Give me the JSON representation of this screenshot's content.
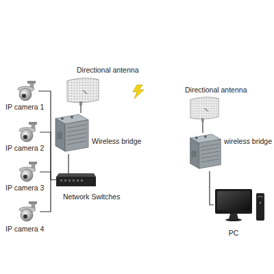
{
  "diagram": {
    "nodes": [
      {
        "text": [
          "IP camera 1"
        ]
      },
      {
        "text": [
          "IP camera 2"
        ]
      },
      {
        "text": [
          "IP camera 3"
        ]
      },
      {
        "text": [
          "IP camera 4"
        ]
      },
      {
        "text": [
          "Network Switches"
        ]
      },
      {
        "text": [
          "Wireless bridge"
        ]
      },
      {
        "text": [
          "Directional antenna"
        ]
      },
      {
        "text": [
          "Directional antenna"
        ]
      },
      {
        "text": [
          "wireless bridge"
        ]
      },
      {
        "text": [
          "PC"
        ]
      }
    ],
    "edges": [
      {
        "from": 0,
        "to": 4,
        "arrow": "none"
      },
      {
        "from": 1,
        "to": 4,
        "arrow": "none"
      },
      {
        "from": 2,
        "to": 4,
        "arrow": "none"
      },
      {
        "from": 3,
        "to": 4,
        "arrow": "none"
      },
      {
        "from": 4,
        "to": 5,
        "arrow": "none"
      },
      {
        "from": 5,
        "to": 6,
        "arrow": "none"
      },
      {
        "from": 7,
        "to": 8,
        "arrow": "none"
      },
      {
        "from": 8,
        "to": 9,
        "arrow": "none"
      }
    ]
  }
}
